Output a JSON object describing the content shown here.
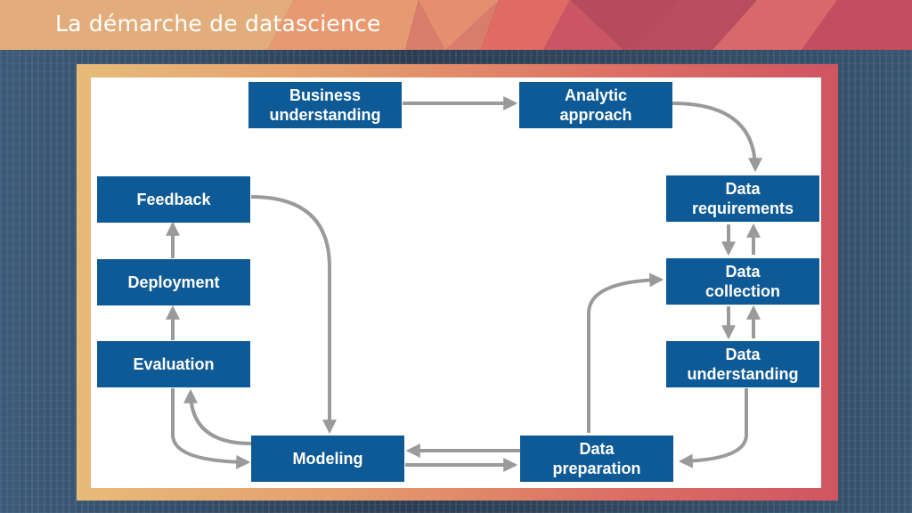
{
  "slide": {
    "title": "La démarche de datascience"
  },
  "diagram": {
    "nodes": {
      "business_understanding": "Business\nunderstanding",
      "analytic_approach": "Analytic\napproach",
      "data_requirements": "Data\nrequirements",
      "data_collection": "Data\ncollection",
      "data_understanding": "Data\nunderstanding",
      "data_preparation": "Data\npreparation",
      "modeling": "Modeling",
      "evaluation": "Evaluation",
      "deployment": "Deployment",
      "feedback": "Feedback"
    },
    "colors": {
      "box": "#0e5a96",
      "box_text": "#ffffff",
      "arrow": "#9a9a9a"
    }
  }
}
